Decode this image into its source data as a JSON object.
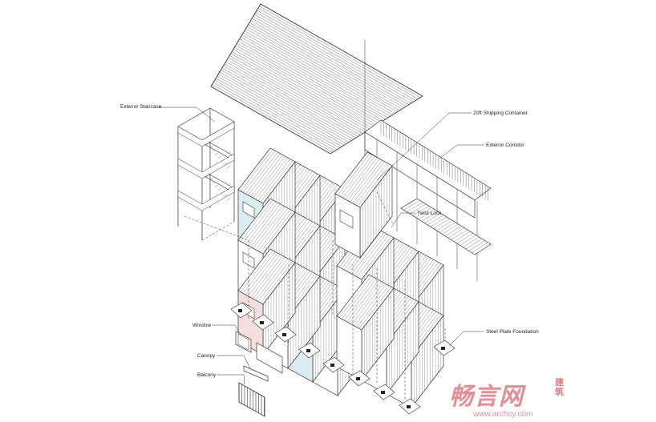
{
  "labels": {
    "staircase": "Exterior Staircase",
    "container": "20ft Shipping Container",
    "corridor": "Exterior Corridor",
    "twist_lock": "Twist Lock",
    "window": "Window",
    "canopy": "Canopy",
    "balcony": "Balcony",
    "foundation": "Steel Plate Foundation"
  },
  "watermark": {
    "brand": "畅言网",
    "side": "建筑",
    "url": "www.archcy.com"
  },
  "colors": {
    "line": "#333333",
    "tint_blue": "#d8ecf2",
    "tint_pink": "#f6dede",
    "watermark": "#e07a82"
  }
}
